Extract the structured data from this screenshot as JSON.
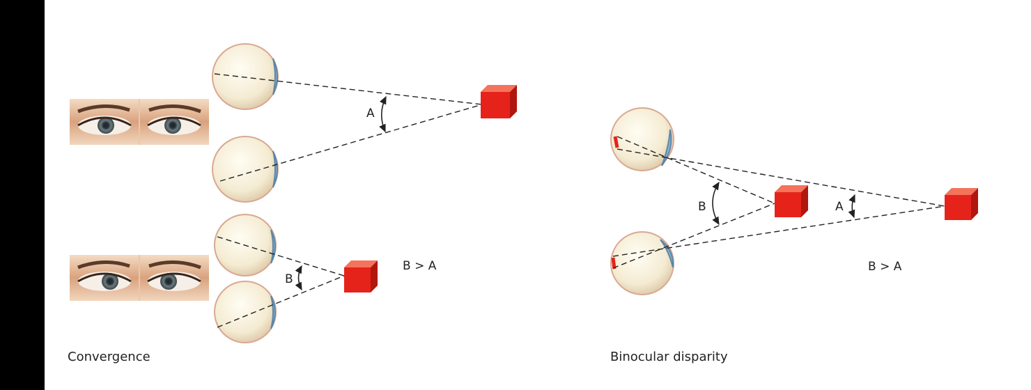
{
  "colors": {
    "background": "#ffffff",
    "side_bar": "#000000",
    "cube_front": "#e5231b",
    "cube_top": "#f4735b",
    "cube_side": "#b0170f",
    "eyeball": "#f6eed8",
    "eyeball_edge": "#d9a892",
    "cornea": "#8fb4cf",
    "retina_image": "#e5231b",
    "line": "#222222"
  },
  "panels": {
    "convergence": {
      "caption": "Convergence",
      "far_angle_label": "A",
      "near_angle_label": "B",
      "comparison": "B > A"
    },
    "disparity": {
      "caption": "Binocular disparity",
      "near_angle_label": "B",
      "far_angle_label": "A",
      "comparison": "B > A"
    }
  },
  "icons": [
    "eye-photo",
    "eyeball",
    "red-cube",
    "double-arrow-arc"
  ]
}
